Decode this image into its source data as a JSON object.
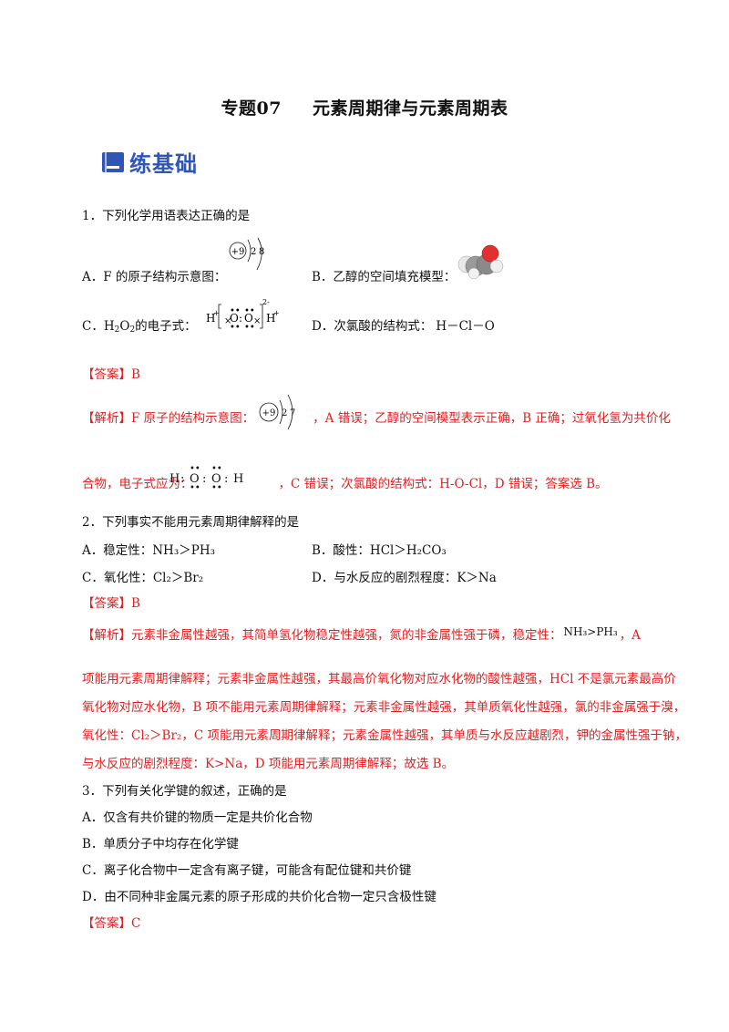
{
  "title": {
    "prefix": "专题07",
    "main": "元素周期律与元素周期表"
  },
  "section": {
    "label": "练基础"
  },
  "q1": {
    "stem": "1．下列化学用语表达正确的是",
    "a": "A．F 的原子结构示意图：",
    "b": "B．乙醇的空间填充模型：",
    "c_prefix": "C．",
    "c_formula_h": "H",
    "c_formula_sub": "2",
    "c_formula_o": "O",
    "c_formula_sub2": "2",
    "c_suffix": "的电子式：",
    "d": "D．次氯酸的结构式：",
    "d_formula": "H－Cl－O",
    "answer": "【答案】B",
    "analysis_1": "【解析】F 原子的结构示意图：",
    "analysis_2": "，A 错误；乙醇的空间模型表示正确，B 正确；过氧化氢为共价化",
    "analysis_3": "合物，电子式应为：",
    "analysis_4": "，C 错误；次氯酸的结构式：H-O-Cl，D 错误；答案选 B。",
    "diagram_nucleus": "+9",
    "diagram_shell1_correct": "2",
    "diagram_shell2_correct": "7",
    "diagram_shell1_wrong": "2",
    "diagram_shell2_wrong": "8",
    "es_h": "H",
    "es_o": "O",
    "es_charge": "2-",
    "es_plus": "+"
  },
  "q2": {
    "stem": "2．下列事实不能用元素周期律解释的是",
    "a": "A．稳定性：NH₃＞PH₃",
    "b": "B．酸性：HCl＞H₂CO₃",
    "c": "C．氧化性：Cl₂＞Br₂",
    "d": "D．与水反应的剧烈程度：K＞Na",
    "answer": "【答案】B",
    "analysis_1": "【解析】元素非金属性越强，其简单氢化物稳定性越强，氮的非金属性强于磷，稳定性：",
    "analysis_formula": "NH₃>PH₃",
    "analysis_1b": "，A",
    "analysis_2": "项能用元素周期律解释；元素非金属性越强，其最高价氧化物对应水化物的酸性越强，HCl 不是氯元素最高价",
    "analysis_3": "氧化物对应水化物，B 项不能用元素周期律解释；元素非金属性越强，其单质氧化性越强，氯的非金属强于溴，",
    "analysis_4": "氧化性：Cl₂＞Br₂，C 项能用元素周期律解释；元素金属性越强，其单质与水反应越剧烈，钾的金属性强于钠，",
    "analysis_5": "与水反应的剧烈程度：K>Na，D 项能用元素周期律解释；故选 B。"
  },
  "q3": {
    "stem": "3．下列有关化学键的叙述，正确的是",
    "a": "A．仅含有共价键的物质一定是共价化合物",
    "b": "B．单质分子中均存在化学键",
    "c": "C．离子化合物中一定含有离子键，可能含有配位键和共价键",
    "d": "D．由不同种非金属元素的原子形成的共价化合物一定只含极性键",
    "answer": "【答案】C"
  }
}
